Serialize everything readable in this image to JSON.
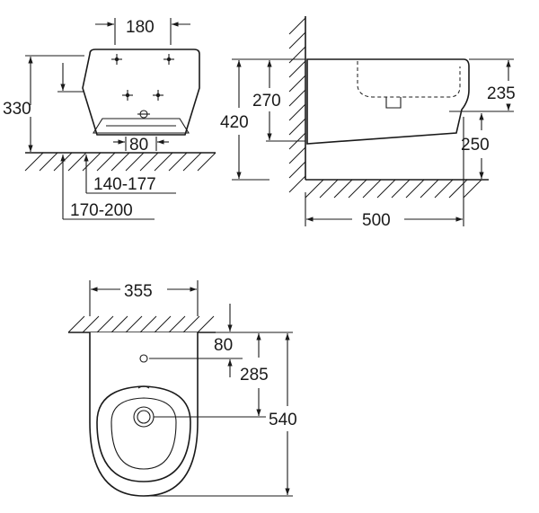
{
  "front_view": {
    "width": "180",
    "height": "330",
    "outlet_spacing": "80",
    "range_inner": "140-177",
    "range_outer": "170-200"
  },
  "side_view": {
    "total_height": "420",
    "upper_height": "270",
    "fill_height": "235",
    "outlet_height": "250",
    "depth": "500"
  },
  "top_view": {
    "width": "355",
    "hole_offset": "80",
    "center_offset": "285",
    "length": "540"
  }
}
